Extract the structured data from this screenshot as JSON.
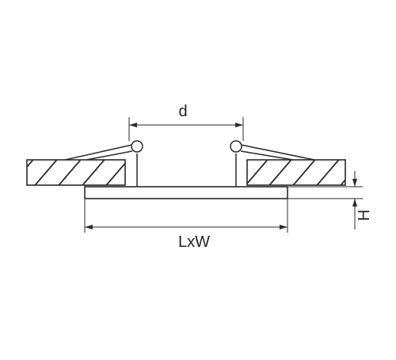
{
  "diagram": {
    "labels": {
      "diameter": "d",
      "length_width": "LxW",
      "height": "H"
    },
    "colors": {
      "line": "#2a2a2a",
      "background": "#ffffff"
    }
  }
}
